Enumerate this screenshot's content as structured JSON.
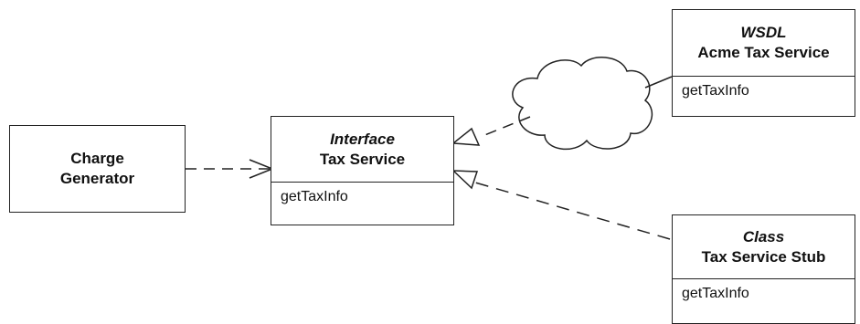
{
  "nodes": {
    "charge_generator": {
      "line1": "Charge",
      "line2": "Generator"
    },
    "tax_service_interface": {
      "stereotype": "Interface",
      "name": "Tax Service",
      "operation": "getTaxInfo"
    },
    "acme_tax_service": {
      "stereotype": "WSDL",
      "name": "Acme Tax Service",
      "operation": "getTaxInfo"
    },
    "tax_service_stub": {
      "stereotype": "Class",
      "name": "Tax Service Stub",
      "operation": "getTaxInfo"
    }
  }
}
